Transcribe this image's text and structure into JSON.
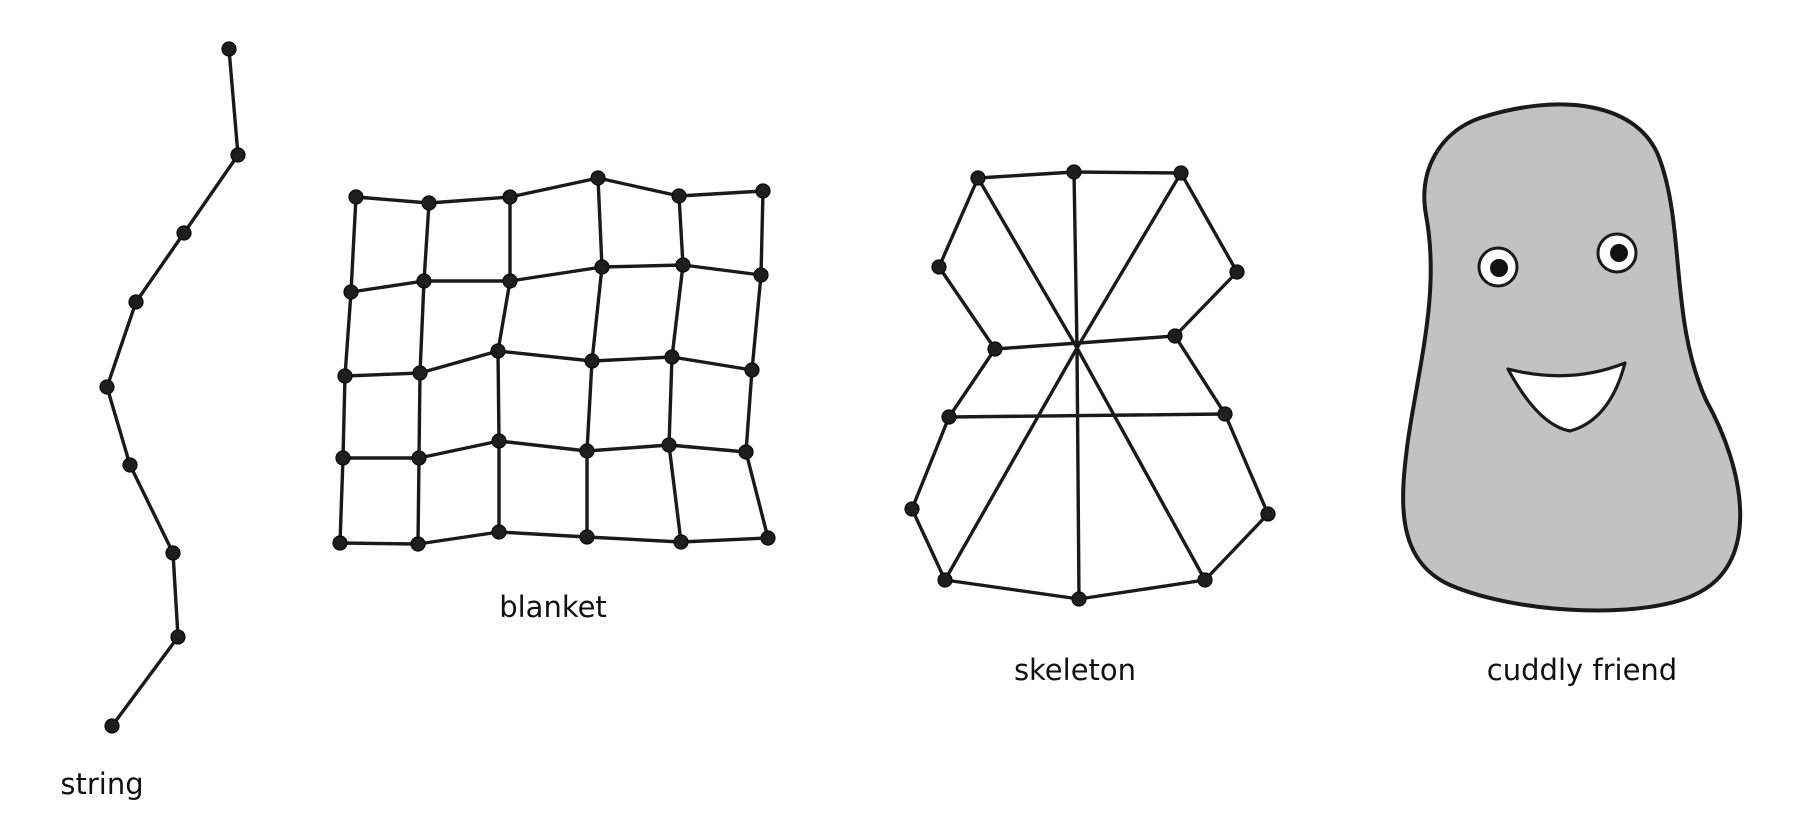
{
  "figures": [
    {
      "id": "string",
      "caption": "string"
    },
    {
      "id": "blanket",
      "caption": "blanket"
    },
    {
      "id": "skeleton",
      "caption": "skeleton"
    },
    {
      "id": "cuddly-friend",
      "caption": "cuddly friend"
    }
  ],
  "colors": {
    "ink": "#1a1a1a",
    "blob_fill": "#c2c2c2",
    "background": "#ffffff"
  }
}
